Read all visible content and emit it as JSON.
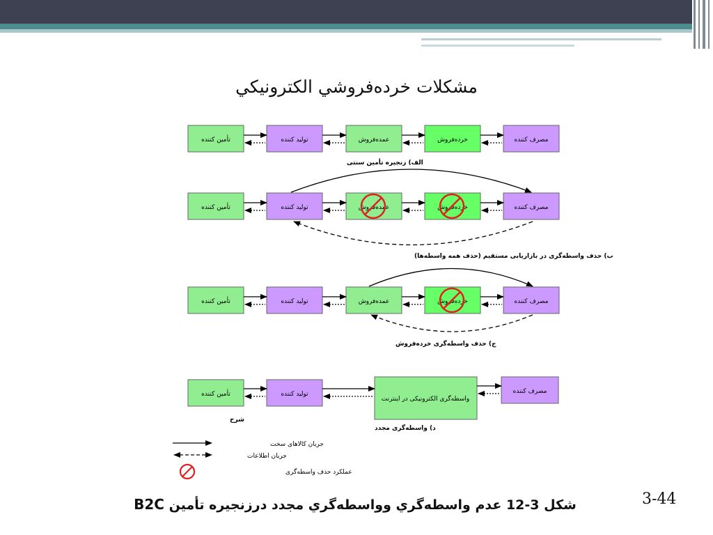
{
  "title": "مشکلات خرده‌فروشي الکترونيکي",
  "page_number": "3-44",
  "caption": {
    "text": "شکل 3-12 عدم واسطه‌گري وواسطه‌گري مجدد درزنجيره تأمين",
    "latin": "B2C"
  },
  "labels": {
    "supplier": "تأمین کننده",
    "producer": "تولید کننده",
    "wholesaler": "عمده‌فروش",
    "retailer": "خرده‌فروش",
    "consumer": "مصرف کننده",
    "intermediary": "واسطه‌گری الکترونیکی در اینترنت"
  },
  "section_titles": {
    "a": "الف) زنجیره تأمین سنتی",
    "b": "ب) حذف واسطه‌گری در بازاریابی مستقیم (حذف همه واسطه‌ها)",
    "c": "ج) حذف واسطه‌گری خرده‌فروش",
    "d": "د) واسطه‌گری مجدد"
  },
  "legend": {
    "title": "شرح",
    "goods_flow": "جریان کالاهای سخت",
    "info_flow": "جریان اطلاعات",
    "disintermediation": "عملکرد حذف واسطه‌گری"
  },
  "colors": {
    "green_box": "#90ee90",
    "purple_box": "#cc99ff",
    "bright_green": "#66ff66",
    "no_sign": "#e02020",
    "band_dark": "#3e4152",
    "band_teal": "#4d8c8f"
  }
}
